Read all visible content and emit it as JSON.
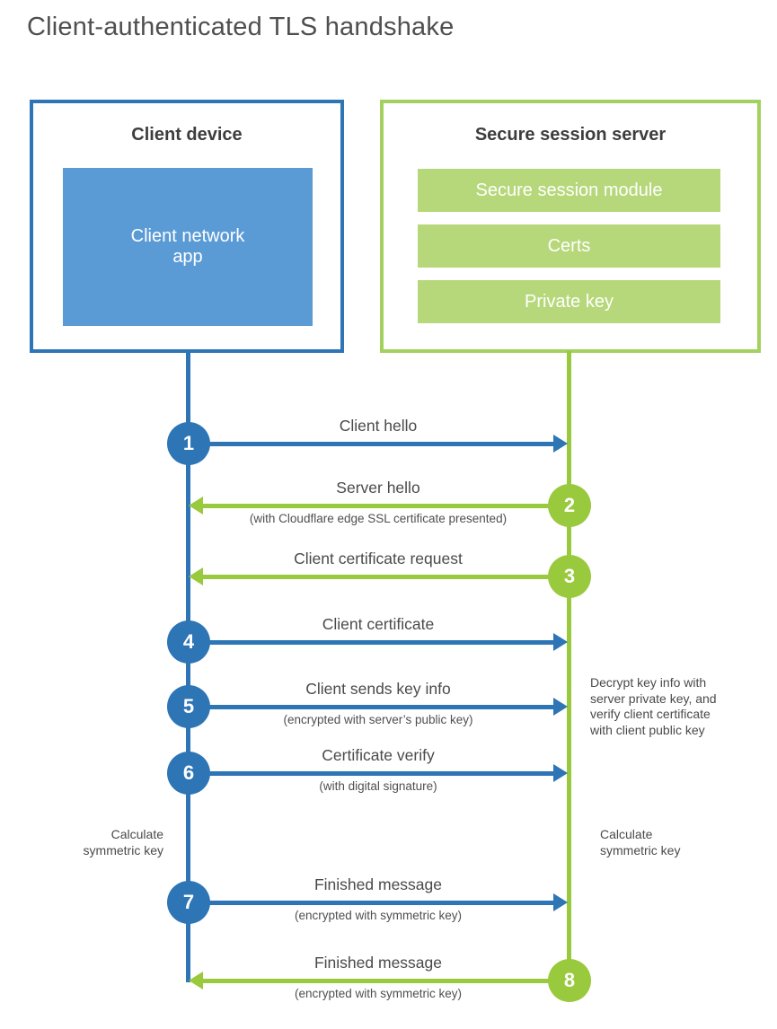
{
  "title": "Client-authenticated TLS handshake",
  "colors": {
    "blue": "#2e75b6",
    "blue_light": "#5b9bd5",
    "green": "#99c93c",
    "green_border": "#a3d160",
    "green_light": "#b6d87a"
  },
  "client": {
    "title": "Client device",
    "app_label": "Client network\napp"
  },
  "server": {
    "title": "Secure session server",
    "modules": [
      "Secure session module",
      "Certs",
      "Private key"
    ]
  },
  "steps": [
    {
      "num": "1",
      "from": "client",
      "label": "Client hello",
      "sublabel": ""
    },
    {
      "num": "2",
      "from": "server",
      "label": "Server hello",
      "sublabel": "(with Cloudflare edge SSL certificate presented)"
    },
    {
      "num": "3",
      "from": "server",
      "label": "Client certificate request",
      "sublabel": ""
    },
    {
      "num": "4",
      "from": "client",
      "label": "Client certificate",
      "sublabel": ""
    },
    {
      "num": "5",
      "from": "client",
      "label": "Client sends key info",
      "sublabel": "(encrypted with server’s public key)"
    },
    {
      "num": "6",
      "from": "client",
      "label": "Certificate verify",
      "sublabel": "(with digital signature)"
    },
    {
      "num": "7",
      "from": "client",
      "label": "Finished message",
      "sublabel": "(encrypted with symmetric key)"
    },
    {
      "num": "8",
      "from": "server",
      "label": "Finished message",
      "sublabel": "(encrypted with symmetric key)"
    }
  ],
  "annotations": {
    "server_note": "Decrypt key info with\nserver private key, and\nverify client certificate\nwith client public key",
    "client_calc": "Calculate\nsymmetric key",
    "server_calc": "Calculate\nsymmetric key"
  }
}
